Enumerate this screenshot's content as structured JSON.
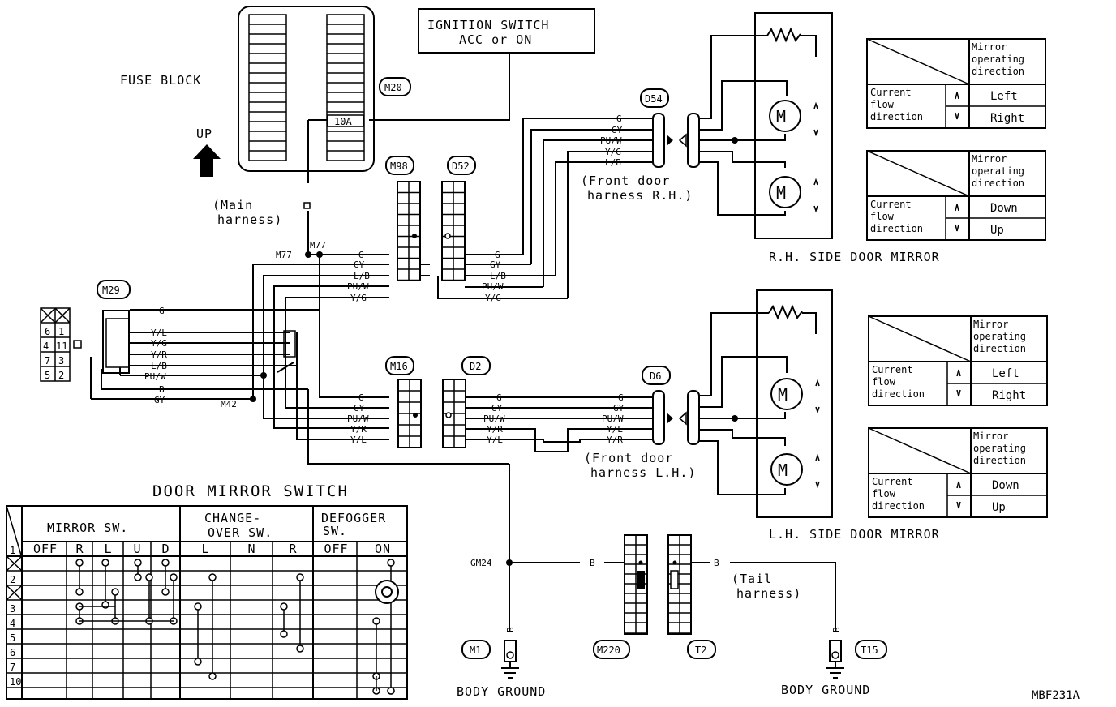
{
  "title": "DOOR MIRROR SWITCH",
  "ref": "MBF231A",
  "labels": {
    "fuse_block": "FUSE BLOCK",
    "up": "UP",
    "ign_line1": "IGNITION SWITCH",
    "ign_line2": "ACC or ON",
    "fuse": "10A",
    "main_harness_1": "(Main",
    "main_harness_2": "harness)",
    "front_rh_1": "(Front door",
    "front_rh_2": "harness R.H.)",
    "front_lh_1": "(Front door",
    "front_lh_2": "harness L.H.)",
    "rh_mirror": "R.H. SIDE DOOR MIRROR",
    "lh_mirror": "L.H. SIDE DOOR MIRROR",
    "tail_1": "(Tail",
    "tail_2": "harness)",
    "body_ground_1": "BODY GROUND",
    "body_ground_2": "BODY GROUND"
  },
  "connectors": {
    "m20": "M20",
    "m98": "M98",
    "d52": "D52",
    "d54": "D54",
    "m29": "M29",
    "m16": "M16",
    "d2": "D2",
    "d6": "D6",
    "m77a": "M77",
    "m77b": "M77",
    "m42": "M42",
    "gm24": "GM24",
    "m1": "M1",
    "m220": "M220",
    "t2": "T2",
    "t15": "T15"
  },
  "wires": {
    "upper": [
      "G",
      "GY",
      "L/B",
      "PU/W",
      "Y/G"
    ],
    "lower": [
      "G",
      "GY",
      "PU/W",
      "Y/R",
      "Y/L"
    ],
    "d54": [
      "G",
      "GY",
      "PU/W",
      "Y/G",
      "L/B"
    ],
    "d6": [
      "G",
      "GY",
      "PU/W",
      "Y/L",
      "Y/R"
    ],
    "m29": [
      "G",
      "Y/L",
      "Y/G",
      "Y/R",
      "L/B",
      "PU/W",
      "B",
      "GY"
    ],
    "ground": "B"
  },
  "pin_grid": [
    "6",
    "1",
    "4",
    "11",
    "7",
    "3",
    "5",
    "2"
  ],
  "tables": {
    "header": [
      "Mirror",
      "operating",
      "direction"
    ],
    "current": [
      "Current",
      "flow",
      "direction"
    ],
    "rh1": [
      "Left",
      "Right"
    ],
    "rh2": [
      "Down",
      "Up"
    ],
    "lh1": [
      "Left",
      "Right"
    ],
    "lh2": [
      "Down",
      "Up"
    ]
  },
  "switch_table": {
    "groups": [
      "MIRROR SW.",
      "CHANGE-",
      "OVER SW.",
      "DEFOGGER",
      "SW."
    ],
    "cols": [
      "OFF",
      "R",
      "L",
      "U",
      "D",
      "L",
      "N",
      "R",
      "OFF",
      "ON"
    ],
    "rows": [
      "1",
      "",
      "2",
      "",
      "3",
      "4",
      "5",
      "6",
      "7",
      "10"
    ]
  }
}
